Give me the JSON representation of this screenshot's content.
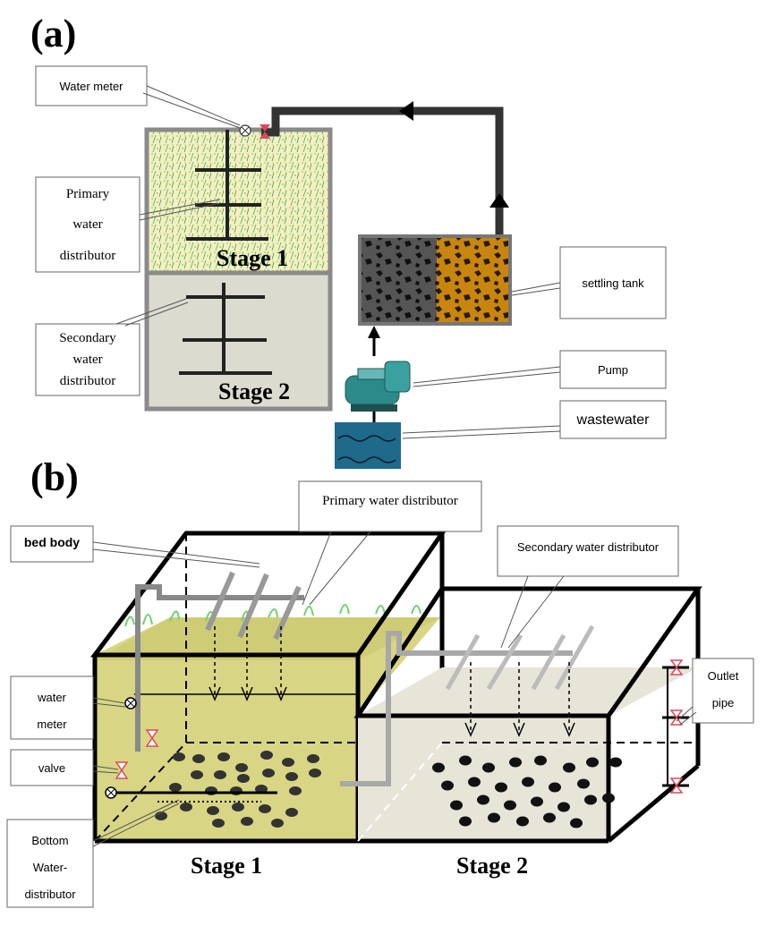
{
  "panel_a": {
    "letter": "(a)",
    "stage1": "Stage 1",
    "stage2": "Stage 2",
    "callouts": {
      "water_meter": "Water meter",
      "primary_1": "Primary",
      "primary_2": "water",
      "primary_3": "distributor",
      "secondary_1": "Secondary",
      "secondary_2": "water",
      "secondary_3": "distributor",
      "settling_tank": "settling tank",
      "pump": "Pump",
      "wastewater": "wastewater"
    }
  },
  "panel_b": {
    "letter": "(b)",
    "stage1": "Stage 1",
    "stage2": "Stage 2",
    "callouts": {
      "primary": "Primary water distributor",
      "bed_body": "bed body",
      "secondary": "Secondary water distributor",
      "water_meter_1": "water",
      "water_meter_2": "meter",
      "valve": "valve",
      "bottom_1": "Bottom",
      "bottom_2": "Water-",
      "bottom_3": "distributor",
      "outlet_1": "Outlet",
      "outlet_2": "pipe"
    }
  },
  "colors": {
    "media_stage1": "#d8d584",
    "media_stage2": "#e7e4d8",
    "valve": "#e0485a",
    "pump": "#2c8a8a",
    "wastewater": "#1f6a8a",
    "settling_orange": "#c8860f"
  }
}
